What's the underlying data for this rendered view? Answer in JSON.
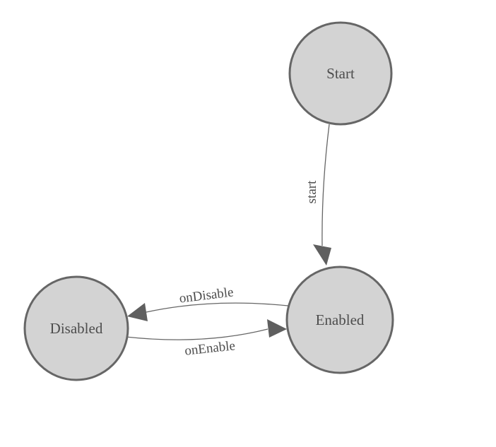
{
  "diagram": {
    "kind": "state-machine",
    "colors": {
      "background": "#ffffff",
      "node_fill": "#d3d3d3",
      "node_stroke": "#666666",
      "edge_color": "#666666",
      "arrow_color": "#5f5f5f",
      "text_color": "#4d4d4d"
    },
    "nodes": [
      {
        "id": "start",
        "label": "Start"
      },
      {
        "id": "enabled",
        "label": "Enabled"
      },
      {
        "id": "disabled",
        "label": "Disabled"
      }
    ],
    "edges": [
      {
        "from": "Start",
        "to": "Enabled",
        "label": "start"
      },
      {
        "from": "Enabled",
        "to": "Disabled",
        "label": "onDisable"
      },
      {
        "from": "Disabled",
        "to": "Enabled",
        "label": "onEnable"
      }
    ]
  }
}
